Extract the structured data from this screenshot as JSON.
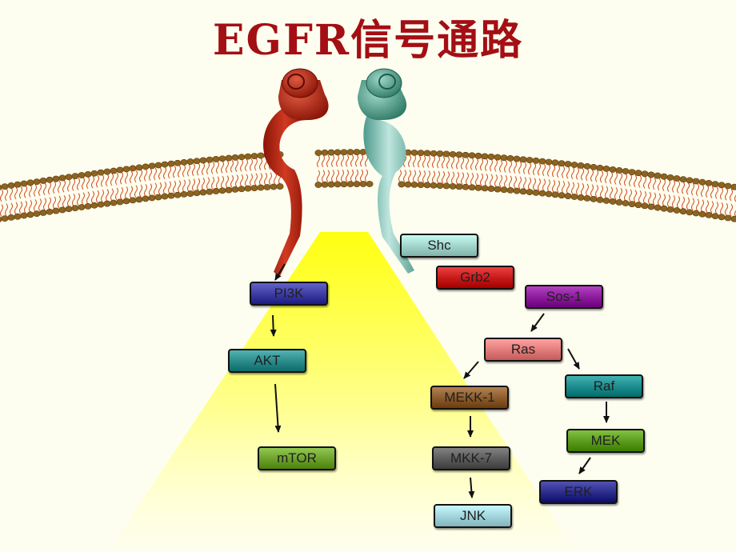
{
  "title": "EGFR信号通路",
  "nodes": {
    "pi3k": "PI3K",
    "akt": "AKT",
    "mtor": "mTOR",
    "shc": "Shc",
    "grb2": "Grb2",
    "sos1": "Sos-1",
    "ras": "Ras",
    "raf": "Raf",
    "mek": "MEK",
    "erk": "ERK",
    "mekk1": "MEKK-1",
    "mkk7": "MKK-7",
    "jnk": "JNK"
  },
  "colors": {
    "title": "#a30f14",
    "membrane_head": "#8c6420",
    "membrane_tail": "#d04a1a",
    "receptor_left": "#b42a1a",
    "receptor_right": "#8fc7bd",
    "beam": "#ffff30",
    "pi3k": "#3b3aa0",
    "akt": "#2a8a8a",
    "mtor": "#6aa02a",
    "shc": "#9fd2c9",
    "grb2": "#c41818",
    "sos1": "#8a1a9a",
    "ras": "#e07a78",
    "raf": "#1a8a8a",
    "mek": "#5a9a1a",
    "erk": "#2a2a8a",
    "mekk1": "#8a5a2a",
    "mkk7": "#5a5a5a",
    "jnk": "#9fd2d9"
  }
}
